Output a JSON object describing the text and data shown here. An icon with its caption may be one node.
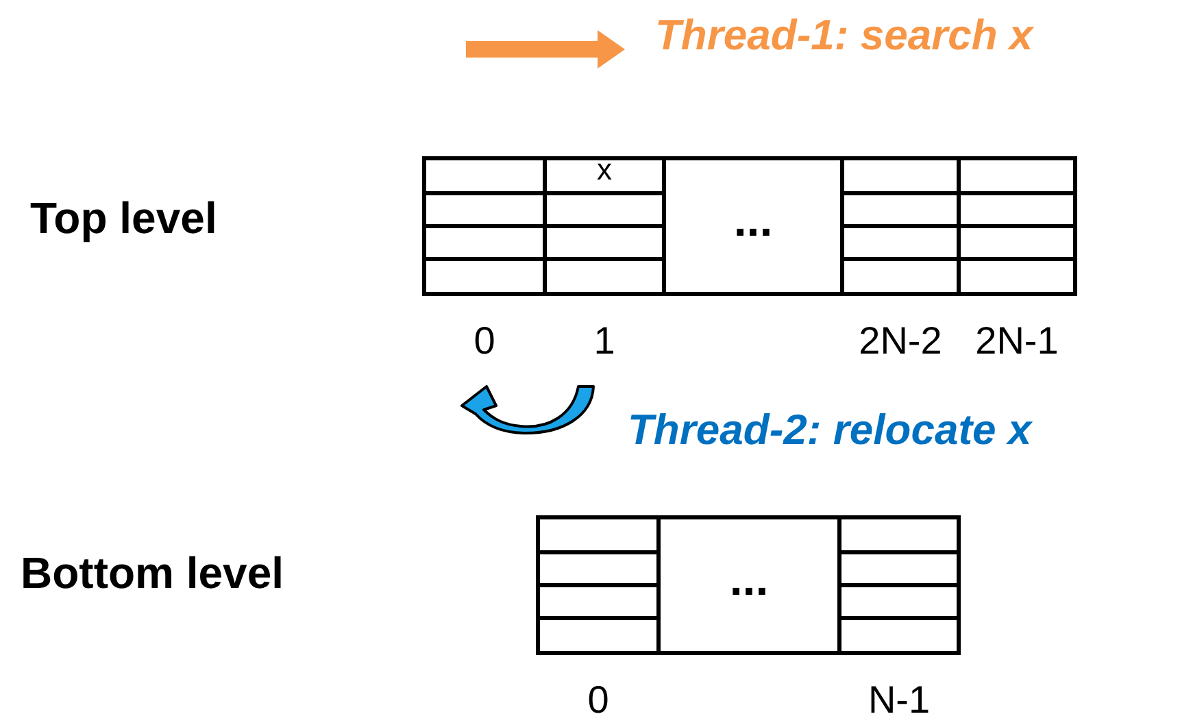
{
  "diagram": {
    "nodes": [
      {
        "text": [],
        "shape": "box",
        "beside": [
          "0"
        ]
      },
      {
        "text": [
          "x"
        ],
        "beside": [
          "1"
        ]
      },
      {
        "text": [
          "..."
        ]
      },
      {
        "text": [],
        "shape": "box",
        "beside": [
          "2N-2"
        ]
      },
      {
        "text": [],
        "shape": "box",
        "beside": [
          "2N-1"
        ]
      },
      {
        "text": [],
        "shape": "box",
        "beside": [
          "0"
        ]
      },
      {
        "text": [
          "..."
        ]
      },
      {
        "text": [],
        "shape": "box",
        "beside": [
          "N-1"
        ]
      }
    ],
    "labels": [
      "Thread-1: search x",
      "Top level",
      "Thread-2: relocate x",
      "Bottom level"
    ]
  }
}
